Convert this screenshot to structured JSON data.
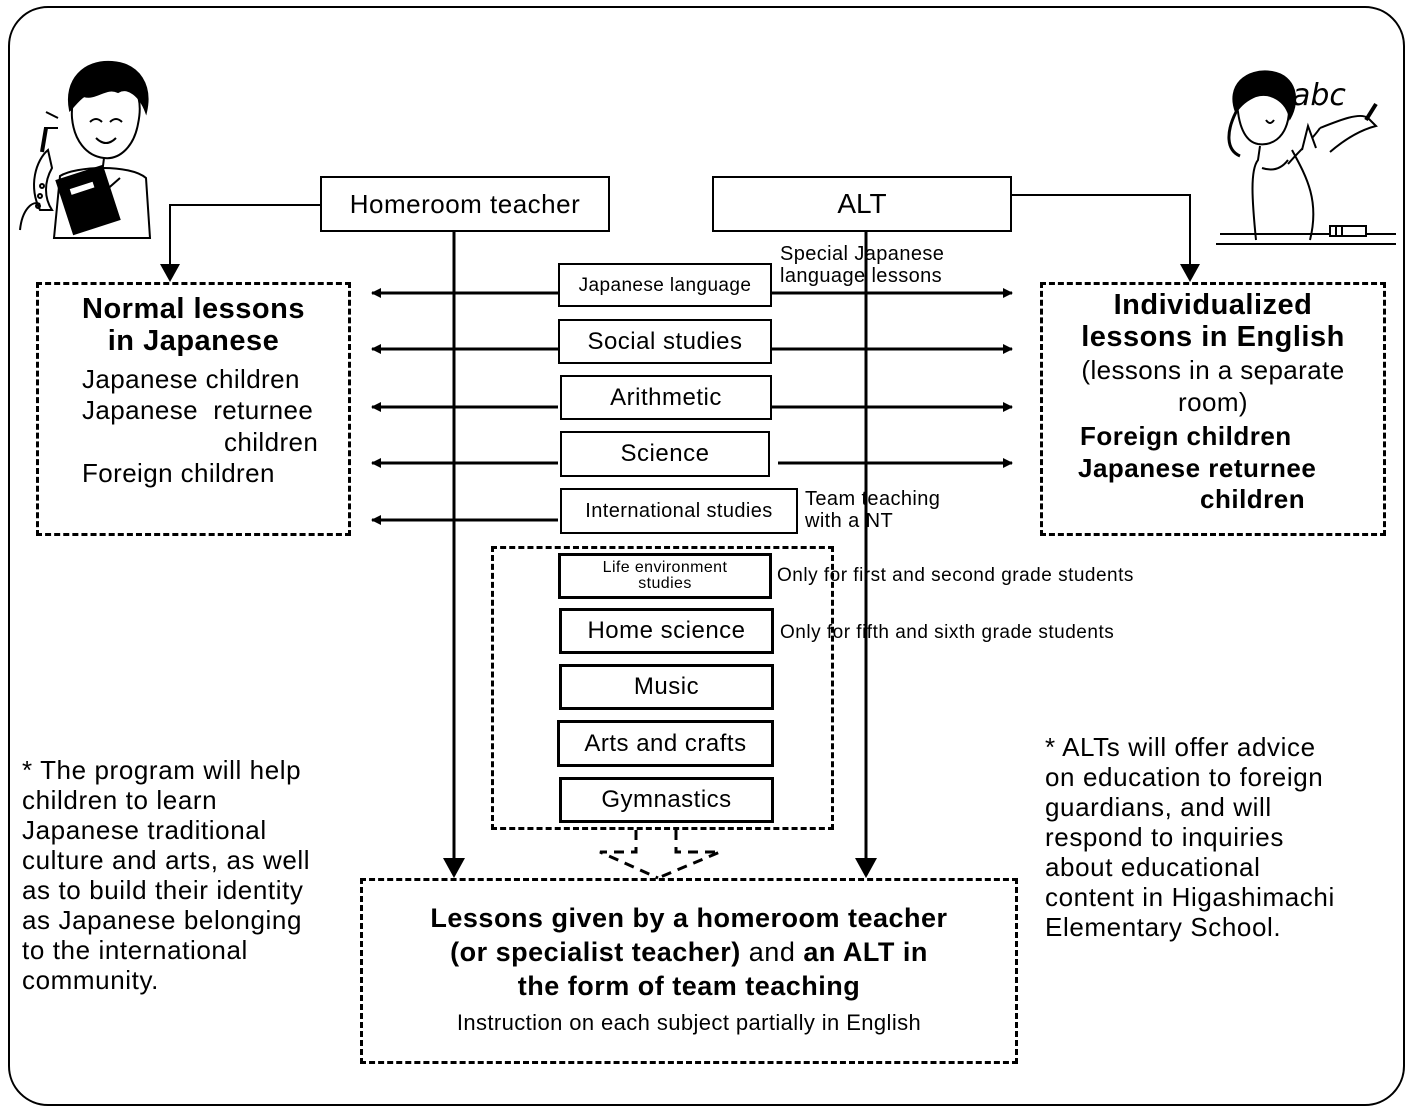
{
  "roles": {
    "homeroom": "Homeroom teacher",
    "alt": "ALT"
  },
  "left_box": {
    "title_line1": "Normal lessons",
    "title_line2": "in Japanese",
    "items": [
      "Japanese children",
      "Japanese  returnee",
      "children",
      "Foreign children"
    ]
  },
  "right_box": {
    "title_line1": "Individualized",
    "title_line2": "lessons in English",
    "sub_line1": "(lessons in a separate",
    "sub_line2": "room)",
    "items": [
      "Foreign children",
      "Japanese returnee",
      "children"
    ]
  },
  "subjects": {
    "japanese": "Japanese language",
    "social": "Social studies",
    "arithmetic": "Arithmetic",
    "science": "Science",
    "international": "International studies",
    "life_env_line1": "Life environment",
    "life_env_line2": "studies",
    "home_science": "Home science",
    "music": "Music",
    "arts": "Arts and crafts",
    "gymnastics": "Gymnastics"
  },
  "annotations": {
    "special_jp_line1": "Special Japanese",
    "special_jp_line2": "language lessons",
    "team_line1": "Team teaching",
    "team_line2": "with a NT",
    "first_second": "Only for first and second grade students",
    "fifth_sixth": "Only for fifth and sixth grade students"
  },
  "bottom_box": {
    "line1": "Lessons given by a homeroom teacher",
    "line2_normal": "(or specialist teacher)",
    "line2_and": " and ",
    "line2_bold": "an ALT in",
    "line3": "the form of team teaching",
    "line4": "Instruction on each subject partially in English"
  },
  "notes": {
    "left": "* The program will help children to learn Japanese traditional culture and arts, as well as to build their identity as Japanese belonging to the international community.",
    "right": "* ALTs will offer advice on education to foreign guardians, and will respond to inquiries about educational content in Higashimachi Elementary School."
  },
  "illustration": {
    "chalkboard_text": "abc"
  }
}
